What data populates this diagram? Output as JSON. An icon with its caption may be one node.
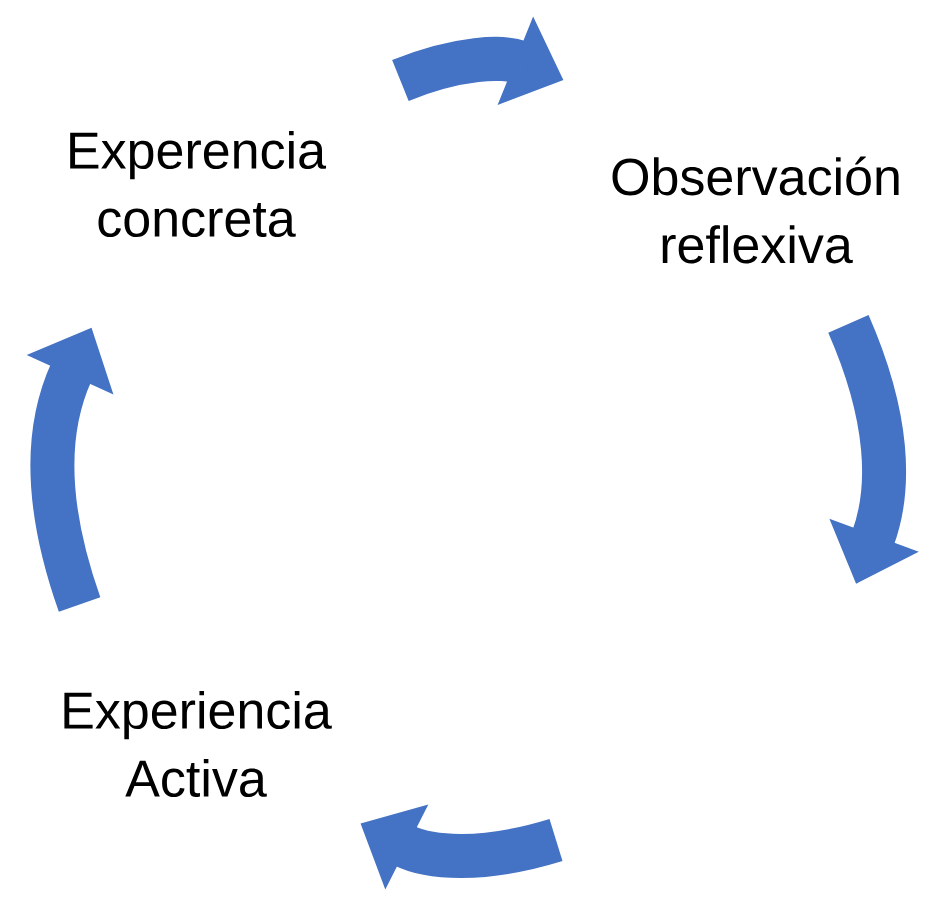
{
  "diagram": {
    "nodes": [
      {
        "text": [
          "Experencia concreta"
        ]
      },
      {
        "text": [
          "Observación reflexiva"
        ]
      },
      {
        "text": [
          "Experiencia Activa"
        ]
      }
    ],
    "edges": [
      {
        "from": 0,
        "to": 1,
        "arrow": "to"
      },
      {
        "from": 1,
        "to": null,
        "arrow": "to"
      },
      {
        "from": null,
        "to": 2,
        "arrow": "to"
      },
      {
        "from": 2,
        "to": 0,
        "arrow": "to"
      }
    ]
  }
}
